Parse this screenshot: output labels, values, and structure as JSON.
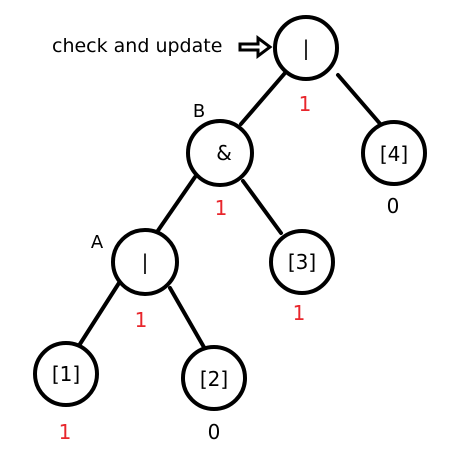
{
  "colors": {
    "stroke": "#000000",
    "value_true": "#e8262c",
    "value_false": "#000000"
  },
  "annotation": {
    "text": "check and update",
    "arrow_icon": "right-arrow-icon"
  },
  "nodes": {
    "root": {
      "label": "|",
      "value": "1"
    },
    "b": {
      "label": "&",
      "tag": "B",
      "value": "1"
    },
    "leaf4": {
      "label": "[4]",
      "value": "0"
    },
    "a": {
      "label": "|",
      "tag": "A",
      "value": "1"
    },
    "leaf3": {
      "label": "[3]",
      "value": "1"
    },
    "leaf1": {
      "label": "[1]",
      "value": "1"
    },
    "leaf2": {
      "label": "[2]",
      "value": "0"
    }
  }
}
